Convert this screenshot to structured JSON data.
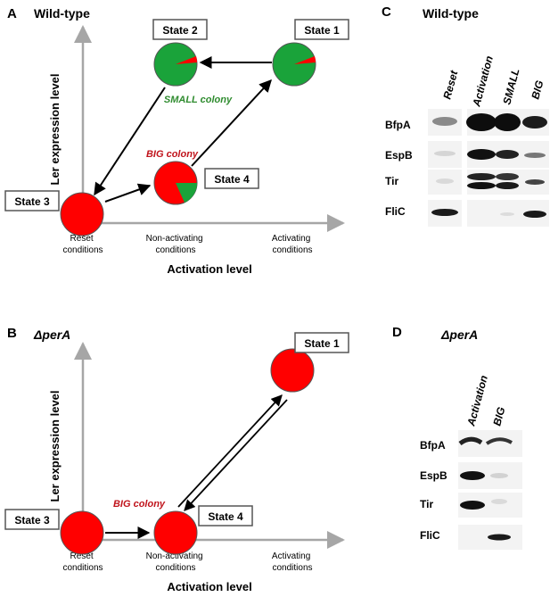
{
  "panels": {
    "A": {
      "letter": "A",
      "title": "Wild-type",
      "ylabel": "Ler expression level",
      "xlabel": "Activation level",
      "x_ticks": [
        "Reset\nconditions",
        "Non-activating\nconditions",
        "Activating\nconditions"
      ],
      "states": {
        "state1": "State 1",
        "state2": "State 2",
        "state3": "State 3",
        "state4": "State 4"
      },
      "small_colony": "SMALL colony",
      "big_colony": "BIG colony"
    },
    "B": {
      "letter": "B",
      "title": "ΔperA",
      "ylabel": "Ler expression level",
      "xlabel": "Activation level",
      "x_ticks": [
        "Reset\nconditions",
        "Non-activating\nconditions",
        "Activating\nconditions"
      ],
      "states": {
        "state1": "State 1",
        "state3": "State 3",
        "state4": "State 4"
      },
      "big_colony": "BIG colony"
    },
    "C": {
      "letter": "C",
      "title": "Wild-type",
      "lanes": [
        "Reset",
        "Activation",
        "SMALL",
        "BIG"
      ],
      "rows": [
        "BfpA",
        "EspB",
        "Tir",
        "FliC"
      ]
    },
    "D": {
      "letter": "D",
      "title": "ΔperA",
      "lanes": [
        "Activation",
        "BIG"
      ],
      "rows": [
        "BfpA",
        "EspB",
        "Tir",
        "FliC"
      ]
    }
  },
  "colors": {
    "red": "#ff0000",
    "green": "#1aa33a",
    "small_colony_text": "#2e8b2e",
    "big_colony_text": "#c0141c",
    "axis": "#a6a6a6"
  }
}
